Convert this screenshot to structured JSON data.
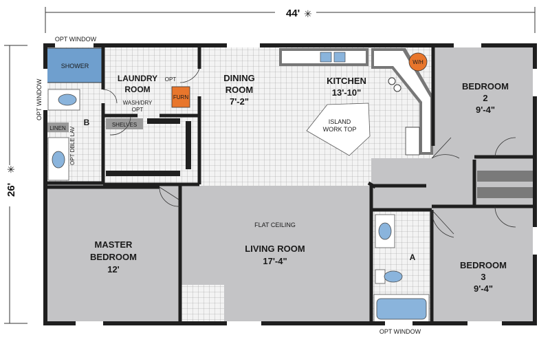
{
  "dimensions": {
    "width": "44'",
    "depth": "26'"
  },
  "labels": {
    "opt_window_top": "OPT WINDOW",
    "opt_window_left": "OPT WINDOW",
    "opt_window_bottom": "OPT WINDOW",
    "shower": "SHOWER",
    "linen": "LINEN",
    "opt_dble_lav": "OPT DBLE LAV",
    "bath_b": "B",
    "laundry_name": "LAUNDRY",
    "laundry_room": "ROOM",
    "laundry_opt": "OPT",
    "wash_dry": "WASH/DRY",
    "wash_dry_opt": "OPT",
    "furn": "FURN",
    "shelves": "SHELVES",
    "dining_name": "DINING",
    "dining_room": "ROOM",
    "dining_size": "7'-2\"",
    "kitchen_name": "KITCHEN",
    "kitchen_size": "13'-10\"",
    "wh": "W/H",
    "island_1": "ISLAND",
    "island_2": "WORK TOP",
    "bedroom2_name": "BEDROOM",
    "bedroom2_num": "2",
    "bedroom2_size": "9'-4\"",
    "master_name": "MASTER",
    "master_name2": "BEDROOM",
    "master_size": "12'",
    "flat_ceiling": "FLAT CEILING",
    "living_name": "LIVING ROOM",
    "living_size": "17'-4\"",
    "bath_a": "A",
    "bedroom3_name": "BEDROOM",
    "bedroom3_num": "3",
    "bedroom3_size": "9'-4\""
  },
  "colors": {
    "wall": "#1f1f1f",
    "carpet": "#c4c4c6",
    "tile_bg": "#f3f3f3",
    "tile_line": "#9a9a9a",
    "shower_blue": "#6f9fce",
    "fixture_blue": "#8ab4dc",
    "appliance_orange": "#e8762c",
    "counter": "#777777"
  }
}
